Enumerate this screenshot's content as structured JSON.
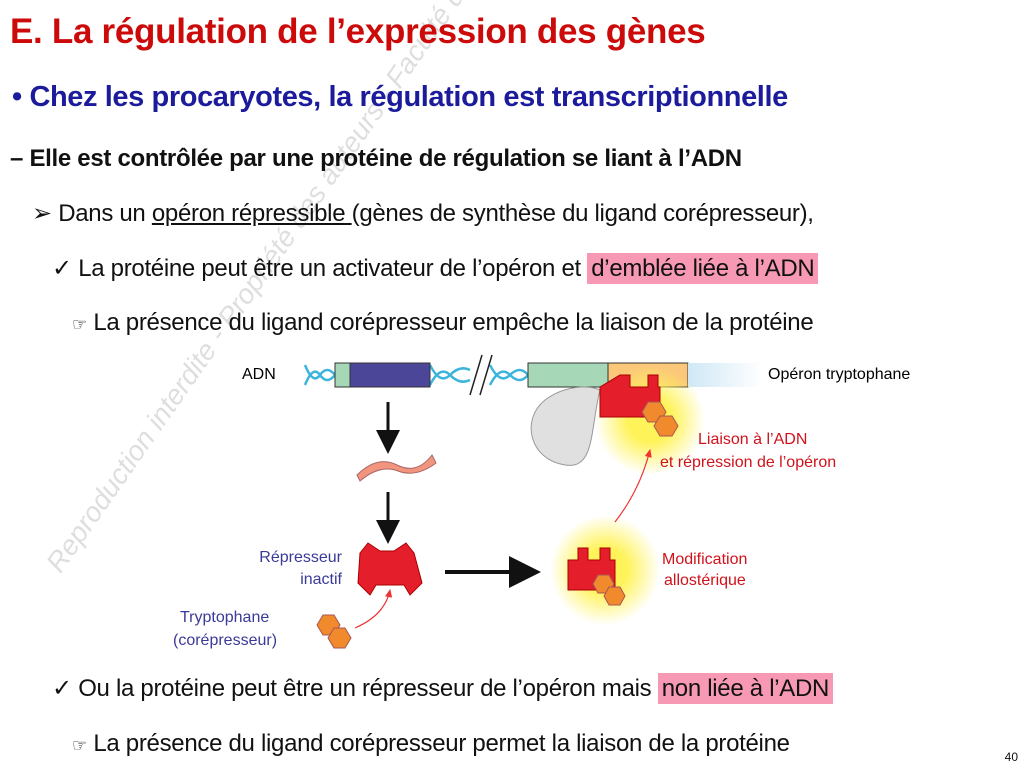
{
  "title": "E. La régulation de l’expression des gènes",
  "bullet1": {
    "marker": "•",
    "text": "Chez les procaryotes, la régulation est transcriptionnelle"
  },
  "bullet2": {
    "marker": "–",
    "text": "Elle est contrôlée par une protéine de régulation se liant à l’ADN"
  },
  "bullet3": {
    "marker": "➢",
    "prefix": "Dans un ",
    "underlined": "opéron répressible ",
    "suffix": "(gènes de synthèse du ligand corépresseur),"
  },
  "bullet4": {
    "marker": "✓",
    "text": "La protéine peut être un activateur de l’opéron et ",
    "highlight": "d’emblée liée à l’ADN"
  },
  "bullet5": {
    "marker": "☞",
    "text": "La présence du ligand corépresseur empêche la liaison de la protéine"
  },
  "bullet6": {
    "marker": "✓",
    "text": "Ou la protéine peut être un répresseur de l’opéron mais ",
    "highlight": "non liée à l’ADN"
  },
  "bullet7": {
    "marker": "☞",
    "text": "La présence du ligand corépresseur permet la liaison de la protéine"
  },
  "diagram": {
    "adn": "ADN",
    "operon": "Opéron tryptophane",
    "liaison_1": "Liaison à l’ADN",
    "liaison_2": "et répression de l’opéron",
    "repressor_1": "Répresseur",
    "repressor_2": "inactif",
    "trp_1": "Tryptophane",
    "trp_2": "(corépresseur)",
    "modif_1": "Modification",
    "modif_2": "allostérique"
  },
  "watermark": "Reproduction interdite - Propriété des auteurs - Faculté de Médecine -",
  "page_number": "40",
  "colors": {
    "title": "#cc0a0a",
    "heading": "#1b1b9c",
    "highlight": "#f799b4",
    "repressor": "#e41e2b",
    "ligand": "#f08a2c"
  }
}
